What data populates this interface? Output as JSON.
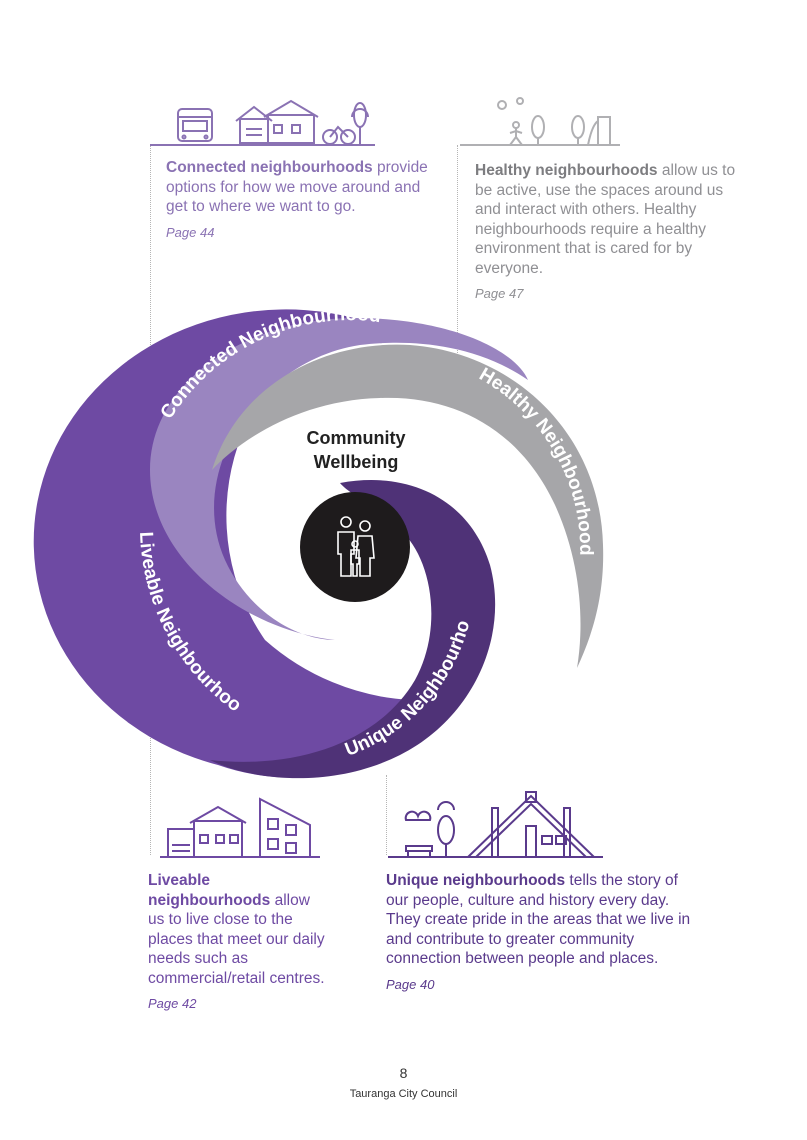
{
  "sections": {
    "connected": {
      "title": "Connected neighbourhoods",
      "body": "provide options for how we move around and get to where we want to go.",
      "page": "Page 44",
      "ring_label": "Connected Neighbourhood",
      "color": "#8a72b3"
    },
    "healthy": {
      "title": "Healthy neighbourhoods",
      "body": "allow us to be active, use the spaces around us and interact with others. Healthy neighbourhoods require a healthy environment that is cared for by everyone.",
      "page": "Page 47",
      "ring_label": "Healthy Neighbourhood",
      "color": "#a6a6a9"
    },
    "liveable": {
      "title": "Liveable neighbourhoods",
      "body": "allow us to live close to the places that meet our daily needs such as commercial/retail centres.",
      "page": "Page 42",
      "ring_label": "Liveable Neighbourhood",
      "color": "#6e4aa3"
    },
    "unique": {
      "title": "Unique neighbourhoods",
      "body": "tells the story of our people, culture and history every day. They create pride in the areas that we live in and contribute to greater community connection between people and places.",
      "page": "Page 40",
      "ring_label": "Unique Neighbourhood",
      "color": "#4f3277"
    }
  },
  "center": {
    "line1": "Community",
    "line2": "Wellbeing",
    "icon": "family-icon"
  },
  "footer": {
    "page_number": "8",
    "organisation": "Tauranga City Council"
  }
}
